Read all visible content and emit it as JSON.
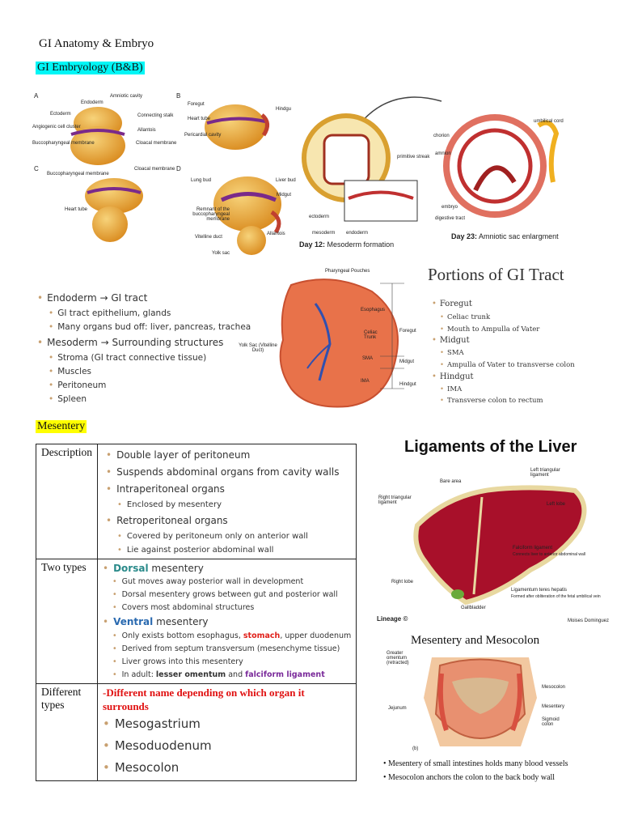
{
  "header": {
    "title": "GI Anatomy & Embryo",
    "embryology_heading": "GI Embryology (B&B)",
    "mesentery_heading": "Mesentery"
  },
  "embryo_panels": {
    "A": {
      "letter": "A",
      "labels": [
        "Endoderm",
        "Amniotic cavity",
        "Ectoderm",
        "Connecting stalk",
        "Angiogenic cell cluster",
        "Allantois",
        "Buccopharyngeal membrane",
        "Cloacal membrane"
      ]
    },
    "B": {
      "letter": "B",
      "labels": [
        "Foregut",
        "Hindgu",
        "Heart tube",
        "Pericardial cavity"
      ]
    },
    "C": {
      "letter": "C",
      "labels": [
        "Buccopharyngeal membrane",
        "Cloacal membrane",
        "Heart tube"
      ]
    },
    "D": {
      "letter": "D",
      "labels": [
        "Lung bud",
        "Liver bud",
        "Midgut",
        "Remnant of the buccopharyngeal membrane",
        "Vitelline duct",
        "Allantois",
        "Yolk sac"
      ]
    }
  },
  "day_figure": {
    "labels": [
      "primitive streak",
      "ectoderm",
      "mesoderm",
      "endoderm",
      "chorion",
      "umbilical cord",
      "amnion",
      "embryo",
      "digestive tract"
    ],
    "caption_left_day": "Day 12:",
    "caption_left_text": "Mesoderm formation",
    "caption_right_day": "Day 23:",
    "caption_right_text": "Amniotic sac enlargment"
  },
  "germ_layers": {
    "endoderm": "Endoderm → GI tract",
    "endoderm_items": [
      "GI tract epithelium, glands",
      "Many organs bud off: liver, pancreas, trachea"
    ],
    "mesoderm": "Mesoderm → Surrounding structures",
    "mesoderm_items": [
      "Stroma (GI tract connective tissue)",
      "Muscles",
      "Peritoneum",
      "Spleen"
    ]
  },
  "gi_tract_diagram": {
    "labels": [
      "Pharyngeal Pouches",
      "Esophagus",
      "Celiac Trunk",
      "SMA",
      "IMA",
      "Yolk Sac (Vitelline Duct)",
      "Foregut",
      "Midgut",
      "Hindgut"
    ]
  },
  "portions": {
    "title": "Portions of GI Tract",
    "foregut": "Foregut",
    "foregut_items": [
      "Celiac trunk",
      "Mouth to Ampulla of Vater"
    ],
    "midgut": "Midgut",
    "midgut_items": [
      "SMA",
      "Ampulla of Vater to transverse colon"
    ],
    "hindgut": "Hindgut",
    "hindgut_items": [
      "IMA",
      "Transverse colon to rectum"
    ]
  },
  "mesentery_table": {
    "rows": [
      {
        "label": "Description"
      },
      {
        "label": "Two types"
      },
      {
        "label": "Different types"
      }
    ],
    "description": {
      "items": [
        "Double layer of peritoneum",
        "Suspends abdominal organs from cavity walls",
        "Intraperitoneal organs",
        "Retroperitoneal organs"
      ],
      "intra_sub": "Enclosed by mesentery",
      "retro_sub": [
        "Covered by peritoneum only on anterior wall",
        "Lie against posterior abdominal wall"
      ]
    },
    "two_types": {
      "dorsal_word": "Dorsal",
      "dorsal_rest": " mesentery",
      "dorsal_items": [
        "Gut moves away posterior wall in development",
        "Dorsal mesentery grows between gut and posterior wall",
        "Covers most abdominal structures"
      ],
      "ventral_word": "Ventral",
      "ventral_rest": " mesentery",
      "ventral_item1_pre": "Only exists bottom esophagus, ",
      "ventral_item1_stomach": "stomach",
      "ventral_item1_post": ", upper duodenum",
      "ventral_item2": "Derived from septum transversum (mesenchyme tissue)",
      "ventral_item3": "Liver grows into this mesentery",
      "ventral_item4_pre": "In adult: ",
      "ventral_item4_lesser": "lesser omentum",
      "ventral_item4_and": " and ",
      "ventral_item4_falciform": "falciform ligament"
    },
    "different_types": {
      "note": "-Different name depending on which organ it surrounds",
      "items": [
        "Mesogastrium",
        "Mesoduodenum",
        "Mesocolon"
      ]
    }
  },
  "liver_ligaments": {
    "title": "Ligaments of the Liver",
    "labels": [
      "Bare area",
      "Left triangular ligament",
      "Right triangular ligament",
      "Left lobe",
      "Falciform ligament",
      "Connects liver to anterior abdominal wall",
      "Right lobe",
      "Ligamentum teres hepatis",
      "Formed after obliteration of the fetal umbilical vein",
      "Gallbladder"
    ],
    "credit_left": "Lineage ©",
    "credit_right": "Moises Dominguez"
  },
  "mesocolon": {
    "title": "Mesentery and Mesocolon",
    "labels": [
      "Greater omentum (retracted)",
      "Mesocolon",
      "Jejunum",
      "Mesentery",
      "Sigmoid colon",
      "(b)"
    ],
    "notes": [
      "Mesentery of small intestines holds many blood vessels",
      "Mesocolon anchors the colon to the back body wall"
    ]
  },
  "colors": {
    "cyan_highlight": "#00f6f6",
    "yellow_highlight": "#ffff00",
    "bullet": "#c8a070",
    "stomach_red": "#e0201a",
    "falciform_purple": "#7a2a9a",
    "ventral_blue": "#2a6ab0",
    "dorsal_teal": "#2a8a8a",
    "note_red": "#e01010"
  }
}
